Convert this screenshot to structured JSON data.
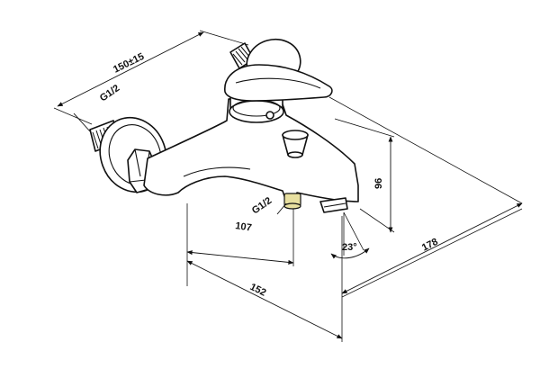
{
  "dimensions": {
    "centers": "150±15",
    "inlet_thread": "G1/2",
    "outlet_thread": "G1/2",
    "outlet_offset": "107",
    "spout_reach": "152",
    "height": "96",
    "depth": "178",
    "angle": "23°"
  },
  "colors": {
    "line": "#111111",
    "outlet_ring": "#e8e0a0",
    "background": "#ffffff"
  }
}
